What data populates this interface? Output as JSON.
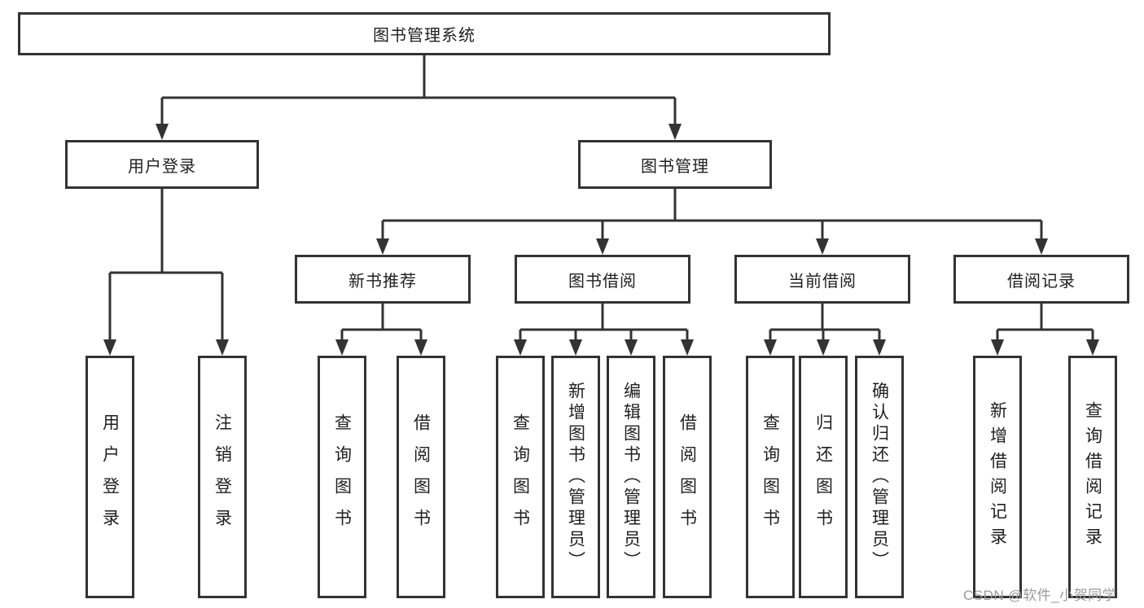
{
  "colors": {
    "line": "#333333",
    "box_border": "#333333",
    "box_background": "#ffffff",
    "text": "#1f1f1f",
    "watermark": "#9a9a9a"
  },
  "tree": {
    "root": {
      "label": "图书管理系统"
    },
    "branches": [
      {
        "label": "用户登录",
        "leaves": [
          {
            "label": "用户登录"
          },
          {
            "label": "注销登录"
          }
        ]
      },
      {
        "label": "图书管理",
        "sections": [
          {
            "label": "新书推荐",
            "leaves": [
              {
                "label": "查询图书"
              },
              {
                "label": "借阅图书"
              }
            ]
          },
          {
            "label": "图书借阅",
            "leaves": [
              {
                "label": "查询图书"
              },
              {
                "label": "新增图书（管理员）"
              },
              {
                "label": "编辑图书（管理员）"
              },
              {
                "label": "借阅图书"
              }
            ]
          },
          {
            "label": "当前借阅",
            "leaves": [
              {
                "label": "查询图书"
              },
              {
                "label": "归还图书"
              },
              {
                "label": "确认归还（管理员）"
              }
            ]
          },
          {
            "label": "借阅记录",
            "leaves": [
              {
                "label": "新增借阅记录"
              },
              {
                "label": "查询借阅记录"
              }
            ]
          }
        ]
      }
    ]
  },
  "watermark": {
    "text": "CSDN @软件_小贺同学"
  }
}
